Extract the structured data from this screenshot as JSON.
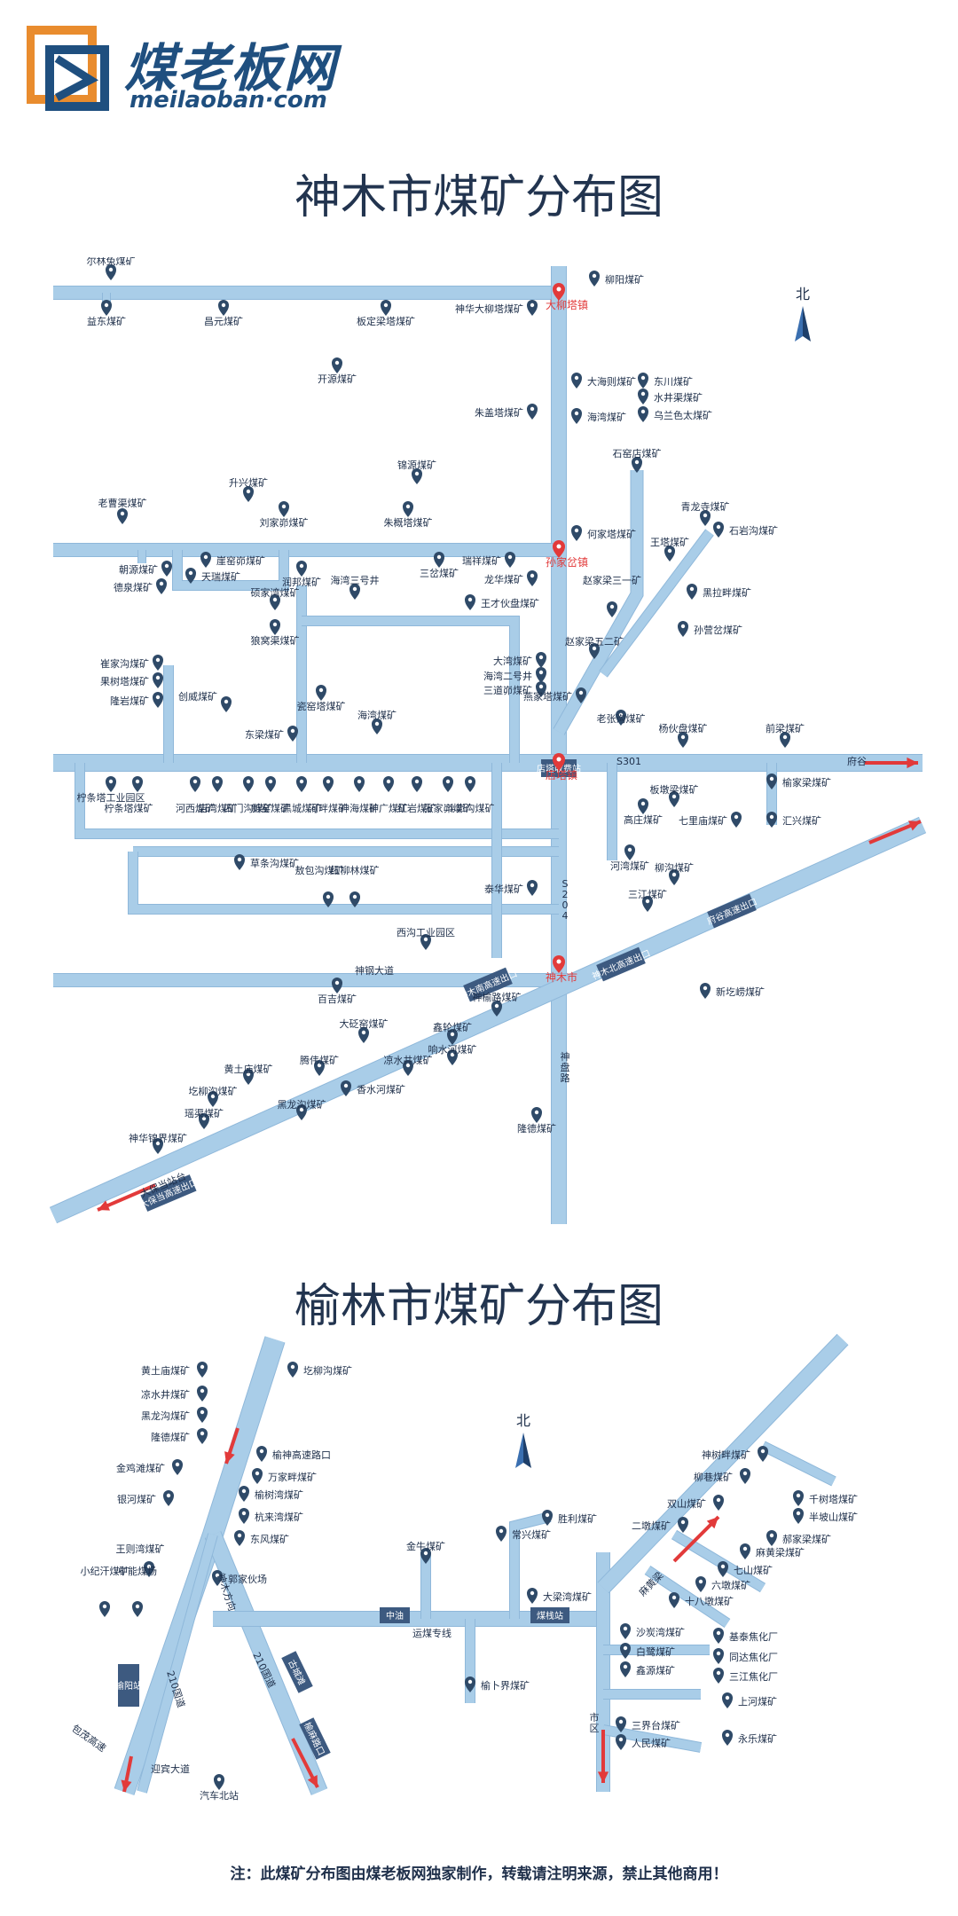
{
  "brand": {
    "name_cn": "煤老板网",
    "name_en": "meilaoban·com"
  },
  "colors": {
    "road": "#a9cde8",
    "road_edge": "#8fb8da",
    "pin": "#2f4a68",
    "text": "#1e2f4a",
    "town": "#e23a3a",
    "arrow": "#e23a3a",
    "label_box": "#3d5a80"
  },
  "map1": {
    "title": "神木市煤矿分布图",
    "north": "北",
    "towns": [
      "大柳塔镇",
      "孙家岔镇",
      "店塔镇",
      "神木市"
    ],
    "road_names": [
      "S301",
      "S204",
      "府谷",
      "神钢大道",
      "神盘路",
      "大保当站台"
    ],
    "road_boxes": [
      "店塔收费站",
      "神木北高速出口",
      "神木南高速出口",
      "府谷高速出口",
      "大保当高速出口"
    ],
    "markers": [
      "尔林兔煤矿",
      "益东煤矿",
      "昌元煤矿",
      "板定梁塔煤矿",
      "神华大柳塔煤矿",
      "柳阳煤矿",
      "开源煤矿",
      "大海则煤矿",
      "东川煤矿",
      "水井渠煤矿",
      "朱盖塔煤矿",
      "海湾煤矿",
      "乌兰色太煤矿",
      "石窑店煤矿",
      "锦源煤矿",
      "老曹渠煤矿",
      "升兴煤矿",
      "刘家峁煤矿",
      "朱概塔煤矿",
      "青龙寺煤矿",
      "何家塔煤矿",
      "王塔煤矿",
      "石岩沟煤矿",
      "崖窑峁煤矿",
      "朝源煤矿",
      "天瑞煤矿",
      "润邦煤矿",
      "三岔煤矿",
      "瑞祥煤矿",
      "龙华煤矿",
      "德泉煤矿",
      "海湾三号井",
      "赵家梁三一矿",
      "黑拉畔煤矿",
      "硕家湾煤矿",
      "王才伙盘煤矿",
      "狼窝渠煤矿",
      "孙营岔煤矿",
      "大湾煤矿",
      "海湾二号井",
      "三道峁煤矿",
      "赵家梁五二矿",
      "崔家沟煤矿",
      "果树塔煤矿",
      "隆岩煤矿",
      "创威煤矿",
      "瓷窑塔煤矿",
      "燕家塔煤矿",
      "东梁煤矿",
      "海湾煤矿",
      "老张沟煤矿",
      "杨伙盘煤矿",
      "前梁煤矿",
      "柠条塔工业园区",
      "柠条塔煤矿",
      "河西煤矿",
      "店湾煤矿",
      "四门沟煤矿",
      "新窑煤矿",
      "黑城煤矿",
      "河畔煤矿",
      "神海煤矿",
      "神广煤矿",
      "红岩煤矿",
      "张家峁煤矿",
      "斗峁沟煤矿",
      "榆家梁煤矿",
      "板墩梁煤矿",
      "高庄煤矿",
      "七里庙煤矿",
      "汇兴煤矿",
      "草条沟煤矿",
      "河湾煤矿",
      "敖包沟煤矿",
      "红柳林煤矿",
      "泰华煤矿",
      "柳沟煤矿",
      "三江煤矿",
      "西沟工业园区",
      "百吉煤矿",
      "新圪崂煤矿",
      "神榆路煤矿",
      "大砭窑煤矿",
      "鑫轮煤矿",
      "响水河煤矿",
      "腾伟煤矿",
      "凉水井煤矿",
      "黄土庙煤矿",
      "圪柳沟煤矿",
      "香水河煤矿",
      "黑龙沟煤矿",
      "瑶渠煤矿",
      "隆德煤矿",
      "神华锦界煤矿"
    ]
  },
  "map2": {
    "title": "榆林市煤矿分布图",
    "north": "北",
    "road_names": [
      "神木方向",
      "210国道",
      "210国道",
      "迎宾大道",
      "包茂高速",
      "麻黄梁",
      "市区",
      "运煤专线"
    ],
    "road_boxes": [
      "榆阳站",
      "古城滩",
      "榆麻路口",
      "中油",
      "煤栈站"
    ],
    "markers": [
      "黄土庙煤矿",
      "圪柳沟煤矿",
      "凉水井煤矿",
      "黑龙沟煤矿",
      "隆德煤矿",
      "榆神高速路口",
      "万家畔煤矿",
      "金鸡滩煤矿",
      "榆树湾煤矿",
      "杭来湾煤矿",
      "银河煤矿",
      "东风煤矿",
      "郭家伙场",
      "王则湾煤矿",
      "小纪汗煤矿",
      "中能煤场",
      "常兴煤矿",
      "金牛煤矿",
      "胜利煤矿",
      "大梁湾煤矿",
      "榆卜界煤矿",
      "汽车北站",
      "神树畔煤矿",
      "柳巷煤矿",
      "双山煤矿",
      "二墩煤矿",
      "千树塔煤矿",
      "半坡山煤矿",
      "郝家梁煤矿",
      "麻黄梁煤矿",
      "七山煤矿",
      "六墩煤矿",
      "十八墩煤矿",
      "沙炭湾煤矿",
      "基泰焦化厂",
      "白鹭煤矿",
      "同达焦化厂",
      "鑫源煤矿",
      "三江焦化厂",
      "上河煤矿",
      "三界台煤矿",
      "永乐煤矿",
      "人民煤矿"
    ]
  },
  "footnote": "注：此煤矿分布图由煤老板网独家制作，转载请注明来源，禁止其他商用！"
}
